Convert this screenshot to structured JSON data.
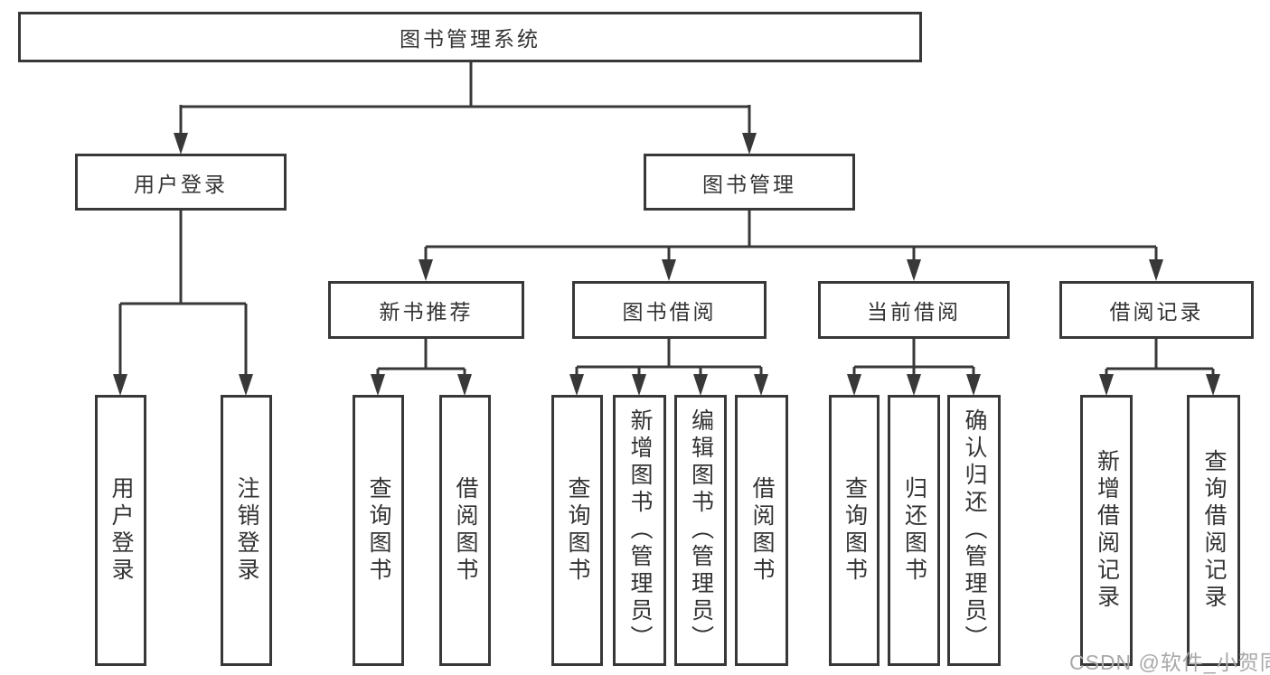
{
  "colors": {
    "line": "#383838",
    "box_border": "#383838",
    "text": "#333333",
    "watermark": "#a9a9a9",
    "background": "#ffffff"
  },
  "watermark": {
    "text": "CSDN @软件_小贺同学"
  },
  "diagram": {
    "root": {
      "label": "图书管理系统"
    },
    "level2": [
      {
        "label": "用户登录",
        "parent": "图书管理系统"
      },
      {
        "label": "图书管理",
        "parent": "图书管理系统"
      }
    ],
    "level3": [
      {
        "label": "新书推荐",
        "parent": "图书管理"
      },
      {
        "label": "图书借阅",
        "parent": "图书管理"
      },
      {
        "label": "当前借阅",
        "parent": "图书管理"
      },
      {
        "label": "借阅记录",
        "parent": "图书管理"
      }
    ],
    "leaves": [
      {
        "label": "用户登录",
        "parent": "用户登录"
      },
      {
        "label": "注销登录",
        "parent": "用户登录"
      },
      {
        "label": "查询图书",
        "parent": "新书推荐"
      },
      {
        "label": "借阅图书",
        "parent": "新书推荐"
      },
      {
        "label": "查询图书",
        "parent": "图书借阅"
      },
      {
        "label": "新增图书（管理员）",
        "parent": "图书借阅"
      },
      {
        "label": "编辑图书（管理员）",
        "parent": "图书借阅"
      },
      {
        "label": "借阅图书",
        "parent": "图书借阅"
      },
      {
        "label": "查询图书",
        "parent": "当前借阅"
      },
      {
        "label": "归还图书",
        "parent": "当前借阅"
      },
      {
        "label": "确认归还（管理员）",
        "parent": "当前借阅"
      },
      {
        "label": "新增借阅记录",
        "parent": "借阅记录"
      },
      {
        "label": "查询借阅记录",
        "parent": "借阅记录"
      }
    ]
  }
}
